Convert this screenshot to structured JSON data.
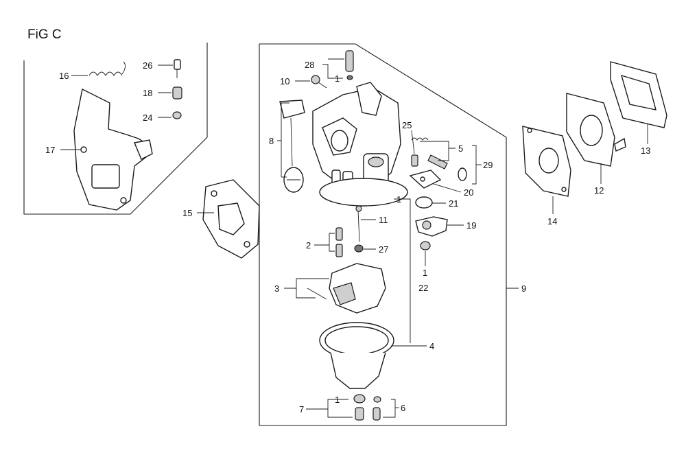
{
  "figure": {
    "title": "FiG C"
  },
  "callouts": [
    {
      "id": "c16",
      "text": "16"
    },
    {
      "id": "c26",
      "text": "26"
    },
    {
      "id": "c18",
      "text": "18"
    },
    {
      "id": "c24",
      "text": "24"
    },
    {
      "id": "c17",
      "text": "17"
    },
    {
      "id": "c15",
      "text": "15"
    },
    {
      "id": "c28",
      "text": "28"
    },
    {
      "id": "c1a",
      "text": "1"
    },
    {
      "id": "c10",
      "text": "10"
    },
    {
      "id": "c8",
      "text": "8"
    },
    {
      "id": "c25",
      "text": "25"
    },
    {
      "id": "c5",
      "text": "5"
    },
    {
      "id": "c29",
      "text": "29"
    },
    {
      "id": "c20",
      "text": "20"
    },
    {
      "id": "c1b",
      "text": "1"
    },
    {
      "id": "c21",
      "text": "21"
    },
    {
      "id": "c11",
      "text": "11"
    },
    {
      "id": "c19",
      "text": "19"
    },
    {
      "id": "c2",
      "text": "2"
    },
    {
      "id": "c27",
      "text": "27"
    },
    {
      "id": "c1c",
      "text": "1"
    },
    {
      "id": "c22",
      "text": "22"
    },
    {
      "id": "c3",
      "text": "3"
    },
    {
      "id": "c9",
      "text": "9"
    },
    {
      "id": "c4",
      "text": "4"
    },
    {
      "id": "c1d",
      "text": "1"
    },
    {
      "id": "c7",
      "text": "7"
    },
    {
      "id": "c6",
      "text": "6"
    },
    {
      "id": "c14",
      "text": "14"
    },
    {
      "id": "c12",
      "text": "12"
    },
    {
      "id": "c13",
      "text": "13"
    }
  ]
}
